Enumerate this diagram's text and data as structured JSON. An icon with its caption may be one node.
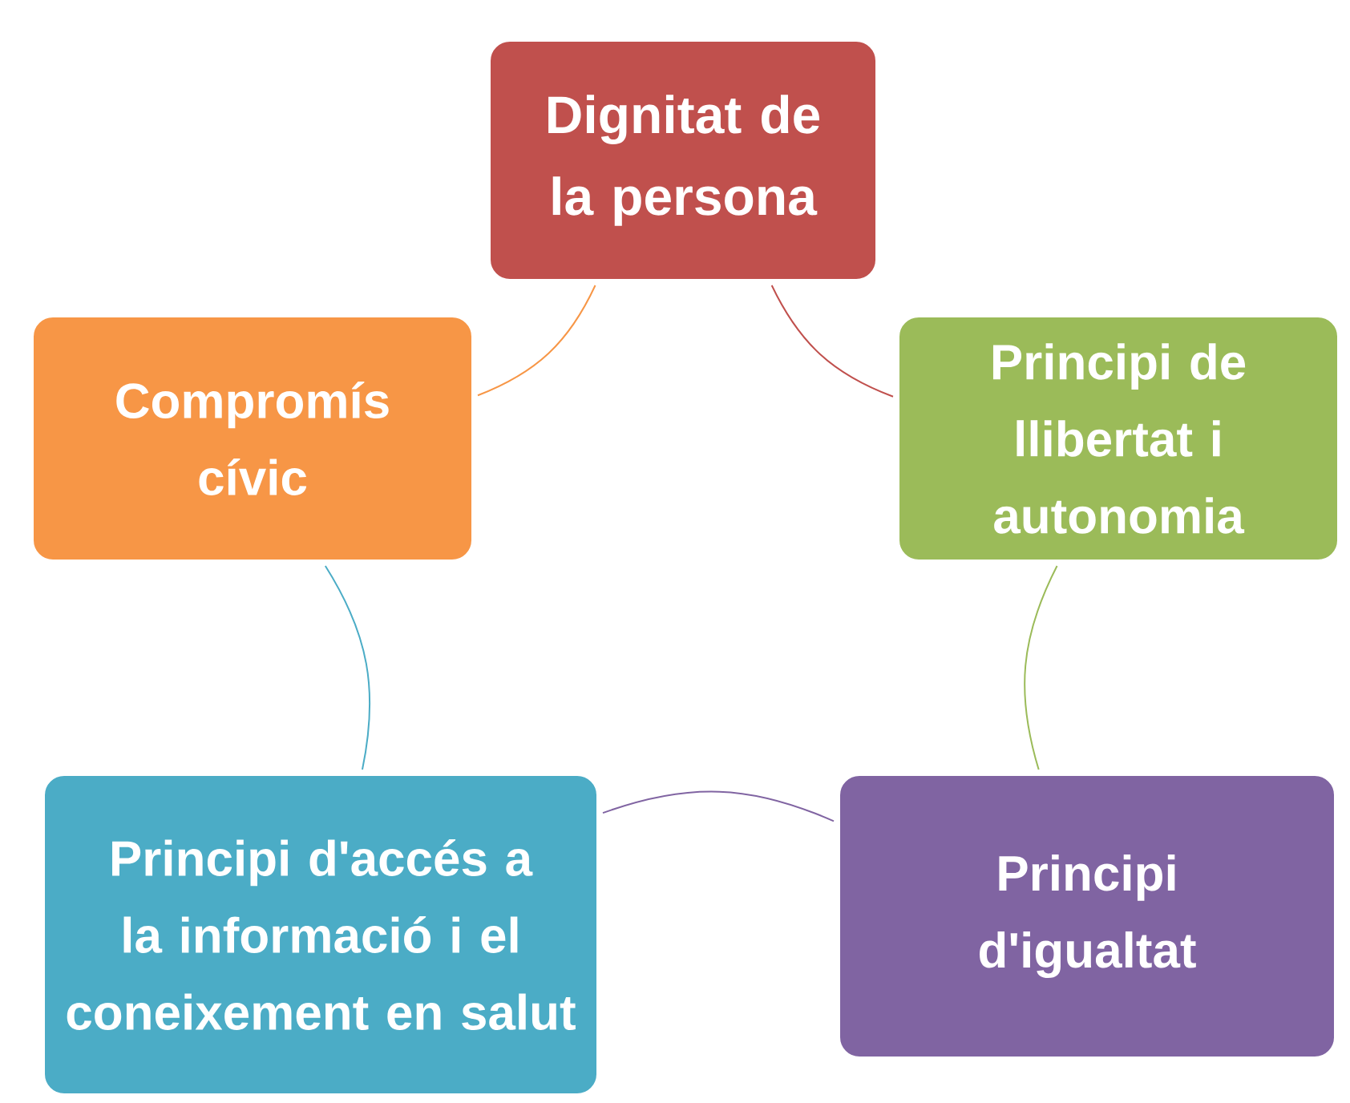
{
  "diagram": {
    "nodes": [
      {
        "text": [
          "Dignitat de la persona"
        ]
      },
      {
        "text": [
          "Principi de llibertat i autonomia"
        ]
      },
      {
        "text": [
          "Principi d'igualtat"
        ]
      },
      {
        "text": [
          "Principi d'accés a la informació i el coneixement en salut"
        ]
      },
      {
        "text": [
          "Compromís cívic"
        ]
      }
    ],
    "edges": [
      {
        "from": 0,
        "to": 1,
        "arrow": "none",
        "color": "#c0504d"
      },
      {
        "from": 1,
        "to": 2,
        "arrow": "none",
        "color": "#9bbb59"
      },
      {
        "from": 2,
        "to": 3,
        "arrow": "none",
        "color": "#8064a2"
      },
      {
        "from": 3,
        "to": 4,
        "arrow": "none",
        "color": "#4bacc6"
      },
      {
        "from": 4,
        "to": 0,
        "arrow": "none",
        "color": "#f79646"
      }
    ]
  }
}
